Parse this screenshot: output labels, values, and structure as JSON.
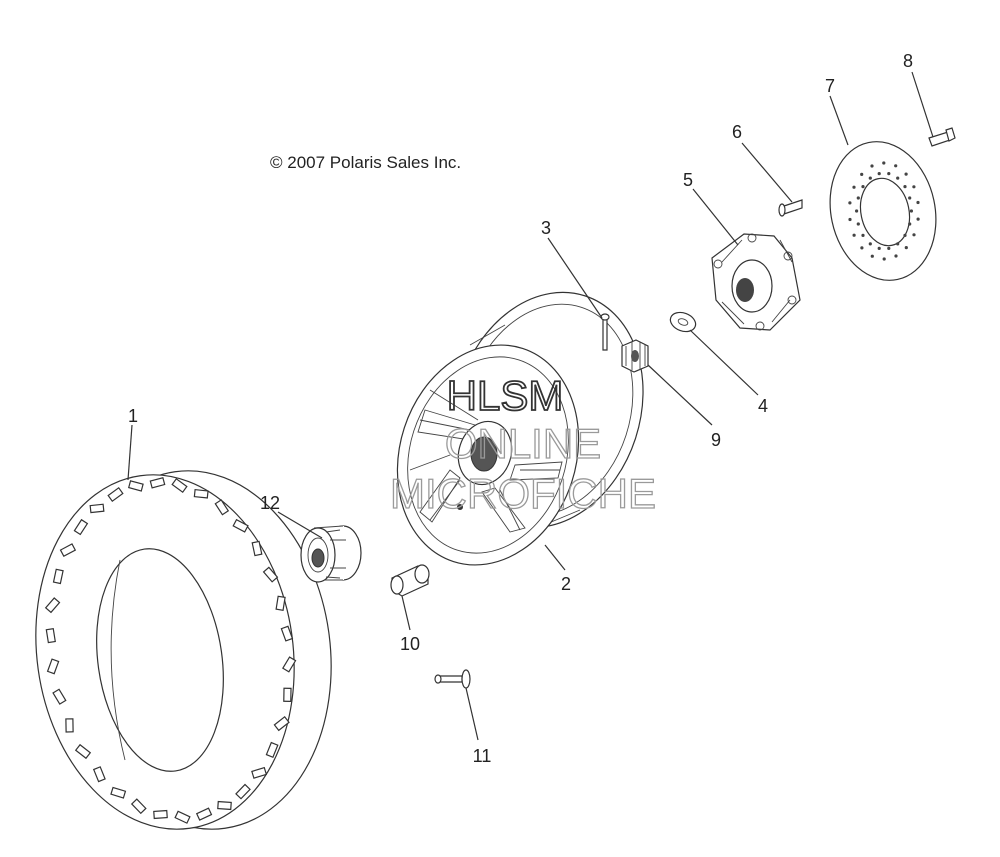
{
  "copyright": "© 2007 Polaris Sales Inc.",
  "watermark": {
    "line1": "HLSM",
    "line2": "ONLINE",
    "line3": "MICROFICHE"
  },
  "callouts": [
    {
      "id": "tire",
      "label": "1"
    },
    {
      "id": "wheel",
      "label": "2"
    },
    {
      "id": "cotter-pin",
      "label": "3"
    },
    {
      "id": "washer",
      "label": "4"
    },
    {
      "id": "hub",
      "label": "5"
    },
    {
      "id": "wheel-stud",
      "label": "6"
    },
    {
      "id": "brake-disc",
      "label": "7"
    },
    {
      "id": "disc-bolt",
      "label": "8"
    },
    {
      "id": "castle-nut",
      "label": "9"
    },
    {
      "id": "lug-nut",
      "label": "10"
    },
    {
      "id": "valve-stem",
      "label": "11"
    },
    {
      "id": "hub-cap",
      "label": "12"
    }
  ]
}
